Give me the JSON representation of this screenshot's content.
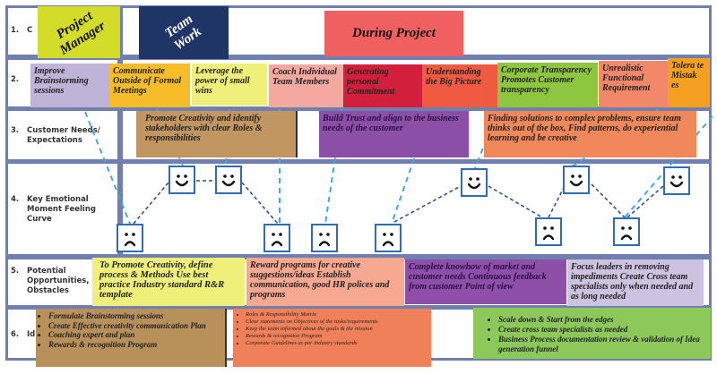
{
  "rows": [
    {
      "num": "1.",
      "label": "C"
    },
    {
      "num": "2.",
      "label": ""
    },
    {
      "num": "3.",
      "label": "Customer Needs/ Expectations"
    },
    {
      "num": "4.",
      "label": "Key Emotional Moment Feeling Curve"
    },
    {
      "num": "5.",
      "label": "Potential Opportunities, Obstacles"
    },
    {
      "num": "6.",
      "label": "Id"
    }
  ],
  "headers": {
    "project_manager": "Project Manager",
    "team_work": "Team Work",
    "during_project": "During Project"
  },
  "row2": [
    "Improve Brainstorming sessions",
    "Communicate Outside of Formal Meetings",
    "Leverage the power of small wins",
    "Coach Individual Team Members",
    "Generating personal Commitment",
    "Understanding the Big Picture",
    "Corporate Transparency Promotes Customer transparency",
    "Unrealistic Functional Requirement",
    "Tolera te Mistak es"
  ],
  "row3": [
    "Promote Creativity and identify stakeholders with clear Roles & responsibilities",
    "Build Trust and align to the business needs of the customer",
    "Finding solutions to complex problems, ensure team thinks out of the box, Find patterns, do experiential learning and be creative"
  ],
  "faces": [
    "sad",
    "happy",
    "happy",
    "sad",
    "sad",
    "sad",
    "happy",
    "sad",
    "happy",
    "sad",
    "happy"
  ],
  "row5": [
    "To Promote Creativity, define process & Methods Use best practice Industry standard R&R template",
    "Reward programs for creative suggestions/ideas Establish communication, good HR polices and programs",
    "Complete knowhow of market and customer needs Continuous feedback from customer Point of view",
    "Focus leaders in removing impediments Create Cross team specialists only when needed and as long needed"
  ],
  "row6": {
    "a": [
      "Formulate Brainstorming sessions",
      "Create Effective creativity communication Plan",
      "Coaching expert and plan",
      "Rewards & recognition Program"
    ],
    "b": [
      "Roles & Responsibility Matrix",
      "Clear statements on Objectives of the tasks/requirements",
      "Keep the team informed about the goals & the mission",
      "Rewards & recognition Program",
      "Corporate Guidelines as per industry standards"
    ],
    "c": [
      "Scale down & Start from the edges",
      "Create cross team specialists as needed",
      "Business Process documentation review & validation of Idea generation funnel"
    ]
  }
}
